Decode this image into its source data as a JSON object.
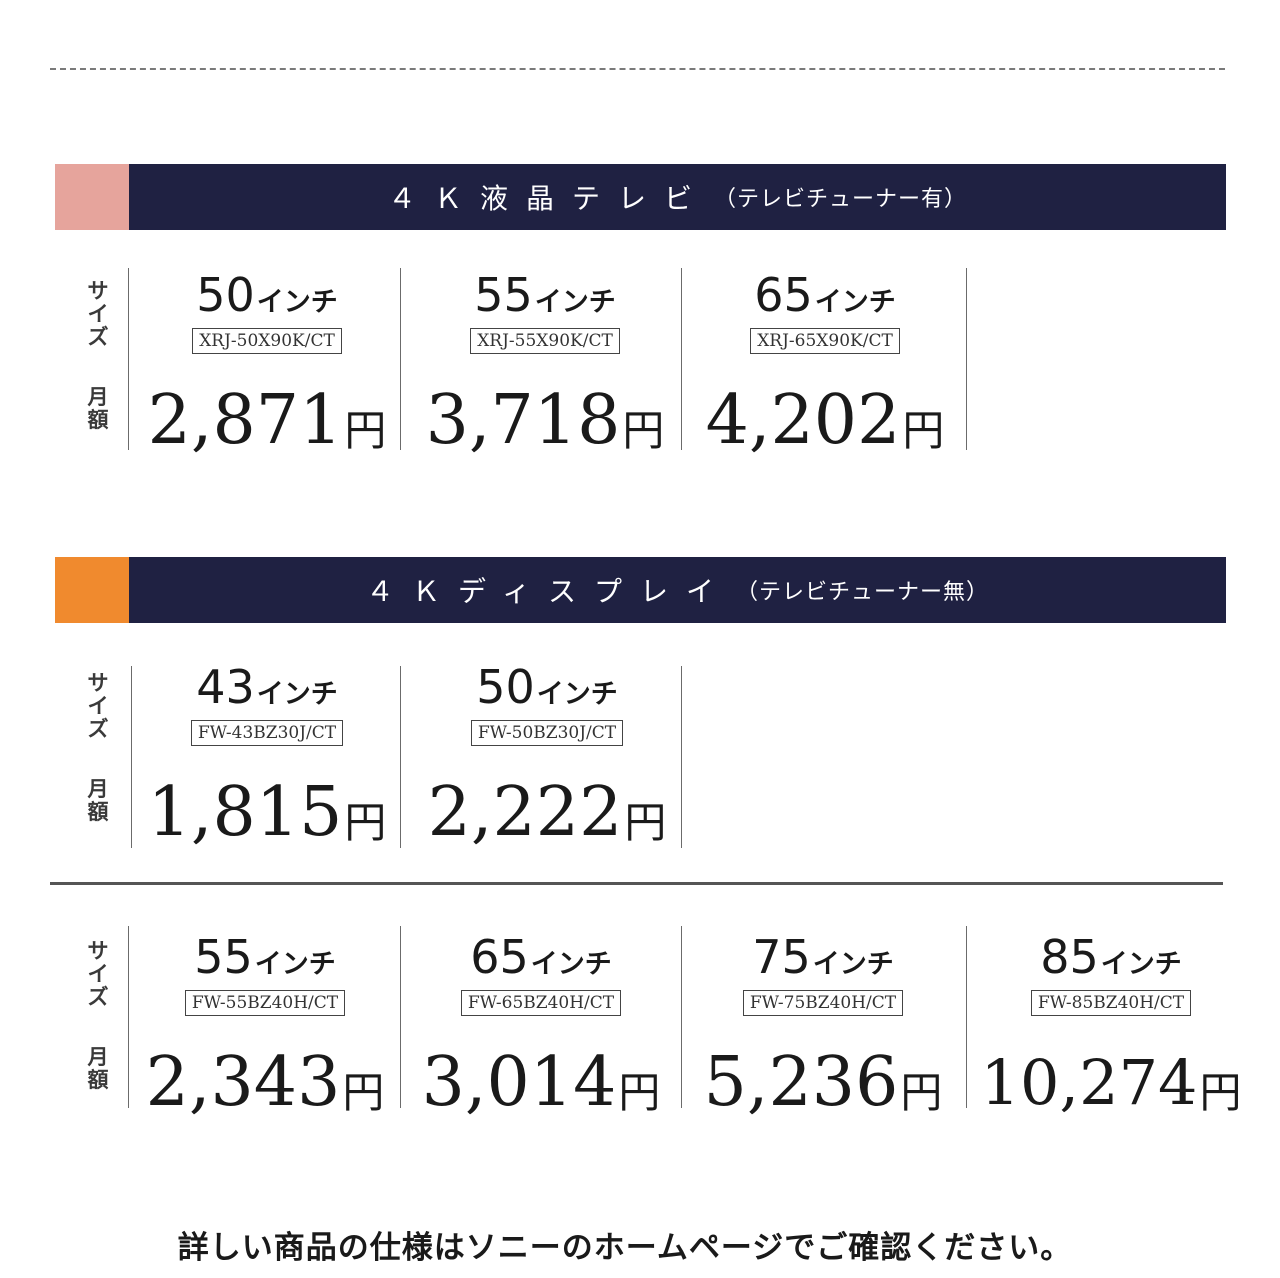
{
  "colors": {
    "navy": "#1f2142",
    "accent_pink": "#e6a49c",
    "accent_orange": "#f08a2e"
  },
  "labels": {
    "size": "サ\nイ\nズ",
    "monthly": "月\n額"
  },
  "sections": [
    {
      "title_main": "４Ｋ液晶テレビ",
      "title_sub": "（テレビチューナー有）",
      "products": [
        {
          "size": "50",
          "unit": "インチ",
          "model": "XRJ-50X90K/CT",
          "price": "2,871",
          "yen": "円"
        },
        {
          "size": "55",
          "unit": "インチ",
          "model": "XRJ-55X90K/CT",
          "price": "3,718",
          "yen": "円"
        },
        {
          "size": "65",
          "unit": "インチ",
          "model": "XRJ-65X90K/CT",
          "price": "4,202",
          "yen": "円"
        }
      ]
    },
    {
      "title_main": "４Ｋディスプレイ",
      "title_sub": "（テレビチューナー無）",
      "products": [
        {
          "size": "43",
          "unit": "インチ",
          "model": "FW-43BZ30J/CT",
          "price": "1,815",
          "yen": "円"
        },
        {
          "size": "50",
          "unit": "インチ",
          "model": "FW-50BZ30J/CT",
          "price": "2,222",
          "yen": "円"
        }
      ],
      "products_2": [
        {
          "size": "55",
          "unit": "インチ",
          "model": "FW-55BZ40H/CT",
          "price": "2,343",
          "yen": "円"
        },
        {
          "size": "65",
          "unit": "インチ",
          "model": "FW-65BZ40H/CT",
          "price": "3,014",
          "yen": "円"
        },
        {
          "size": "75",
          "unit": "インチ",
          "model": "FW-75BZ40H/CT",
          "price": "5,236",
          "yen": "円"
        },
        {
          "size": "85",
          "unit": "インチ",
          "model": "FW-85BZ40H/CT",
          "price": "10,274",
          "yen": "円"
        }
      ]
    }
  ],
  "footer": "詳しい商品の仕様はソニーのホームページでご確認ください。"
}
